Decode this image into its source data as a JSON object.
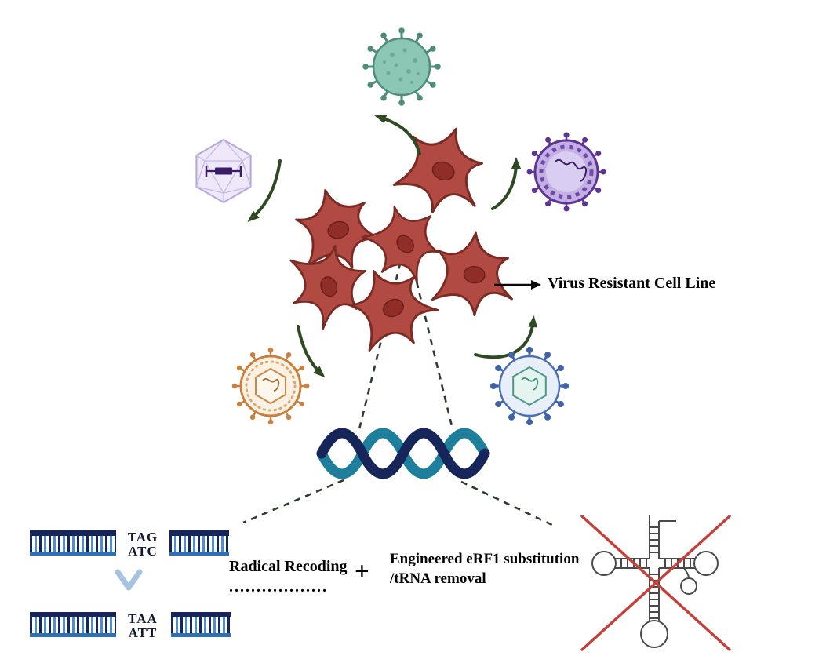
{
  "figure": {
    "caption_arrow_label": "Virus Resistant Cell Line",
    "process": {
      "radical_recoding": "Radical Recoding",
      "dotted_line": "..................",
      "plus": "+",
      "erf1_line1": "Engineered eRF1 substitution",
      "erf1_line2": "/tRNA removal"
    },
    "codons": {
      "original": {
        "sense": "TAG",
        "antisense": "ATC"
      },
      "recoded": {
        "sense": "TAA",
        "antisense": "ATT"
      }
    },
    "icons": [
      "coronavirus-icon",
      "icosahedral-vector-icon",
      "enveloped-virus-icon",
      "orange-virus-icon",
      "blue-virus-icon",
      "fibroblast-cell",
      "dna-helix-icon",
      "dna-ladder-icon",
      "mutation-chevron-icon",
      "trna-icon",
      "red-cross-icon"
    ],
    "colors": {
      "background": "#ffffff",
      "cell_fill": "#b04a42",
      "cell_outline": "#7a2b23",
      "nucleus": "#8e2e27",
      "arrow_green": "#2d4a22",
      "helix_navy": "#16265b",
      "helix_teal": "#1d7f9b",
      "coronavirus_teal": "#8cc7b6",
      "phage_purple": "#5e3494",
      "orange_virus": "#c97f3e",
      "blue_virus": "#4a6fb5",
      "ladder_navy": "#16265b",
      "ladder_blue": "#2e6fb5",
      "cross_red": "#c5403a"
    }
  }
}
